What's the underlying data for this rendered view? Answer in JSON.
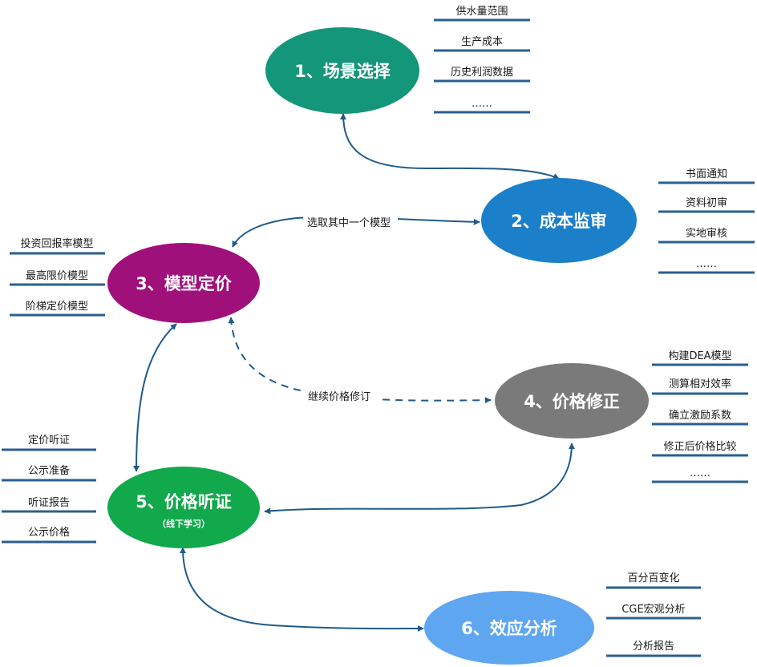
{
  "nodes": {
    "n1": {
      "label": "1、场景选择",
      "color": "#14967a"
    },
    "n2": {
      "label": "2、成本监审",
      "color": "#1c7fc9"
    },
    "n3": {
      "label": "3、模型定价",
      "color": "#a0107a"
    },
    "n4": {
      "label": "4、价格修正",
      "color": "#7a7a7a"
    },
    "n5": {
      "label": "5、价格听证",
      "sub": "（线下学习）",
      "color": "#12a84c"
    },
    "n6": {
      "label": "6、效应分析",
      "color": "#5fa6f0"
    }
  },
  "lists": {
    "n1": [
      "供水量范围",
      "生产成本",
      "历史利润数据",
      "……"
    ],
    "n2": [
      "书面通知",
      "资料初审",
      "实地审核",
      "……"
    ],
    "n3": [
      "投资回报率模型",
      "最高限价模型",
      "阶梯定价模型"
    ],
    "n4": [
      "构建DEA模型",
      "测算相对效率",
      "确立激励系数",
      "修正后价格比较",
      "……"
    ],
    "n5": [
      "定价听证",
      "公示准备",
      "听证报告",
      "公示价格"
    ],
    "n6": [
      "百分百变化",
      "CGE宏观分析",
      "分析报告"
    ]
  },
  "edges": {
    "e23": "选取其中一个模型",
    "e34": "继续价格修订"
  },
  "colors": {
    "underline": "#2a5f8f",
    "edge": "#1f5a8a"
  }
}
